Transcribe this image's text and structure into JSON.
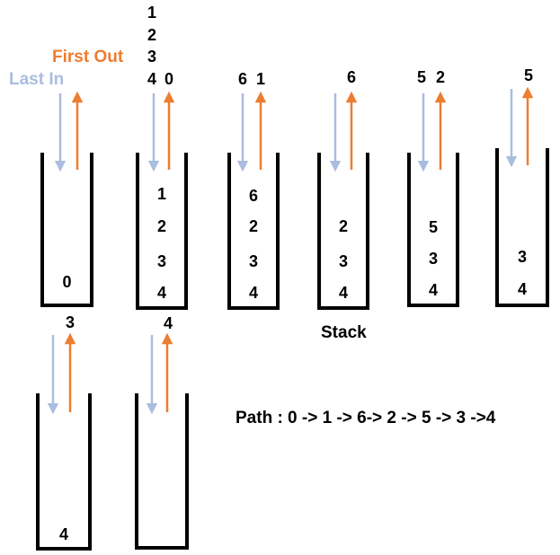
{
  "labels": {
    "first_out": "First Out",
    "last_in": "Last In"
  },
  "colors": {
    "first_out": "#ED7D31",
    "last_in": "#A9BDDF",
    "outline": "#000000"
  },
  "caption": "Stack",
  "path_text": "Path : 0 -> 1 -> 6-> 2 -> 5 -> 3 ->4",
  "steps": [
    {
      "pushed": [],
      "popped": "",
      "contents": [
        "0"
      ]
    },
    {
      "pushed": [
        "1",
        "2",
        "3",
        "4"
      ],
      "popped": "0",
      "contents": [
        "1",
        "2",
        "3",
        "4"
      ]
    },
    {
      "pushed": [
        "6"
      ],
      "popped": "1",
      "contents": [
        "6",
        "2",
        "3",
        "4"
      ]
    },
    {
      "pushed": [],
      "popped": "6",
      "contents": [
        "2",
        "3",
        "4"
      ]
    },
    {
      "pushed": [
        "5"
      ],
      "popped": "2",
      "contents": [
        "5",
        "3",
        "4"
      ]
    },
    {
      "pushed": [],
      "popped": "5",
      "contents": [
        "3",
        "4"
      ]
    },
    {
      "pushed": [],
      "popped": "3",
      "contents": [
        "4"
      ]
    },
    {
      "pushed": [],
      "popped": "4",
      "contents": []
    }
  ]
}
